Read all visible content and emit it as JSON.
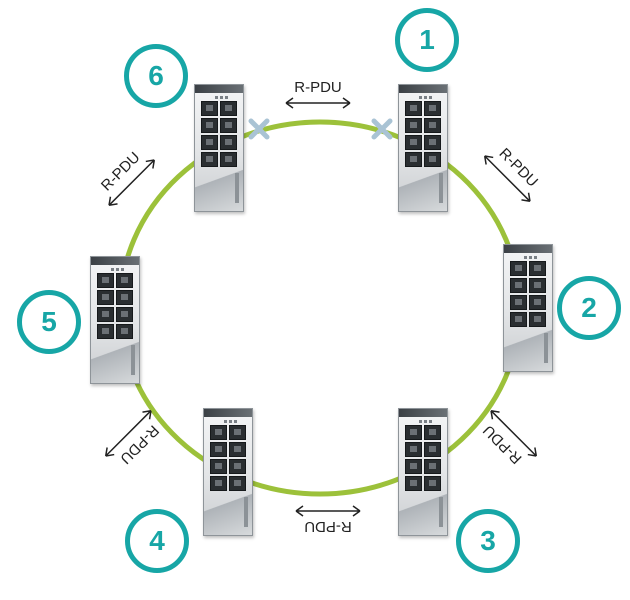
{
  "diagram": {
    "ring_color": "#9cc13a",
    "accent_color": "#17a6a6",
    "blocked_marker_color": "#a9c3d4",
    "nodes": [
      {
        "id": "1",
        "label": "1"
      },
      {
        "id": "2",
        "label": "2"
      },
      {
        "id": "3",
        "label": "3"
      },
      {
        "id": "4",
        "label": "4"
      },
      {
        "id": "5",
        "label": "5"
      },
      {
        "id": "6",
        "label": "6"
      }
    ],
    "links": [
      {
        "between": "6-1",
        "label": "R-PDU",
        "blocked": true
      },
      {
        "between": "1-2",
        "label": "R-PDU",
        "blocked": false
      },
      {
        "between": "2-3",
        "label": "R-PDU",
        "blocked": false
      },
      {
        "between": "3-4",
        "label": "R-PDU",
        "blocked": false
      },
      {
        "between": "4-5",
        "label": "R-PDU",
        "blocked": false
      },
      {
        "between": "5-6",
        "label": "R-PDU",
        "blocked": false
      }
    ]
  }
}
